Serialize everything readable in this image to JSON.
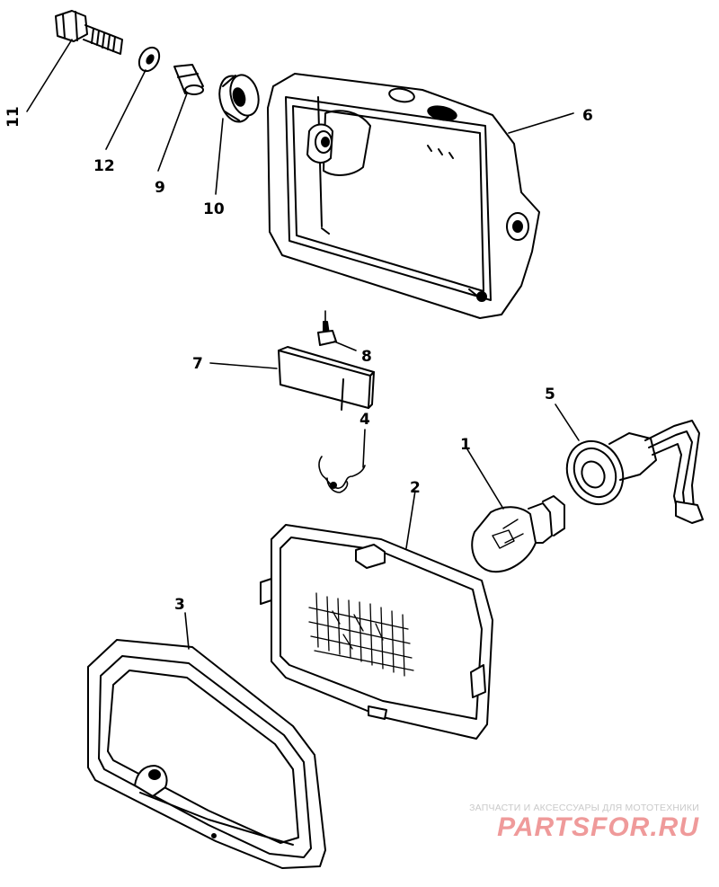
{
  "callouts": {
    "c1": "1",
    "c2": "2",
    "c3": "3",
    "c4": "4",
    "c5": "5",
    "c6": "6",
    "c7": "7",
    "c8": "8",
    "c9": "9",
    "c10": "10",
    "c11": "11",
    "c12": "12"
  },
  "watermark": {
    "tagline": "ЗАПЧАСТИ И АКСЕССУАРЫ ДЛЯ МОТОТЕХНИКИ",
    "logo": "PARTSFOR.RU"
  }
}
